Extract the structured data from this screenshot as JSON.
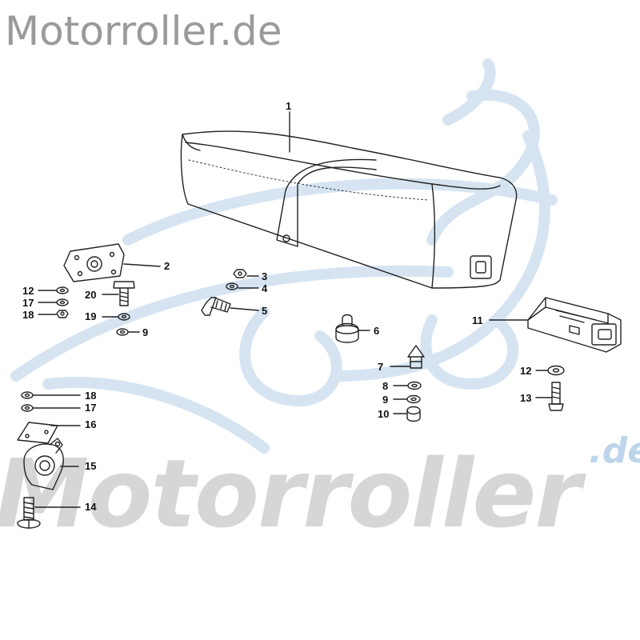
{
  "header": {
    "site_title": "Motorroller.de"
  },
  "watermark": {
    "word": "Motorroller",
    "suffix": ".de",
    "color": "#bcd5ea",
    "text_color": "#d6d6d6"
  },
  "part_numbers": {
    "p1": "1",
    "p2": "2",
    "p3": "3",
    "p4": "4",
    "p5": "5",
    "p6": "6",
    "p7": "7",
    "p8": "8",
    "p9a": "9",
    "p9b": "9",
    "p10": "10",
    "p11": "11",
    "p12a": "12",
    "p12b": "12",
    "p13": "13",
    "p14": "14",
    "p15": "15",
    "p16": "16",
    "p17a": "17",
    "p17b": "17",
    "p18a": "18",
    "p18b": "18",
    "p19": "19",
    "p20": "20"
  }
}
